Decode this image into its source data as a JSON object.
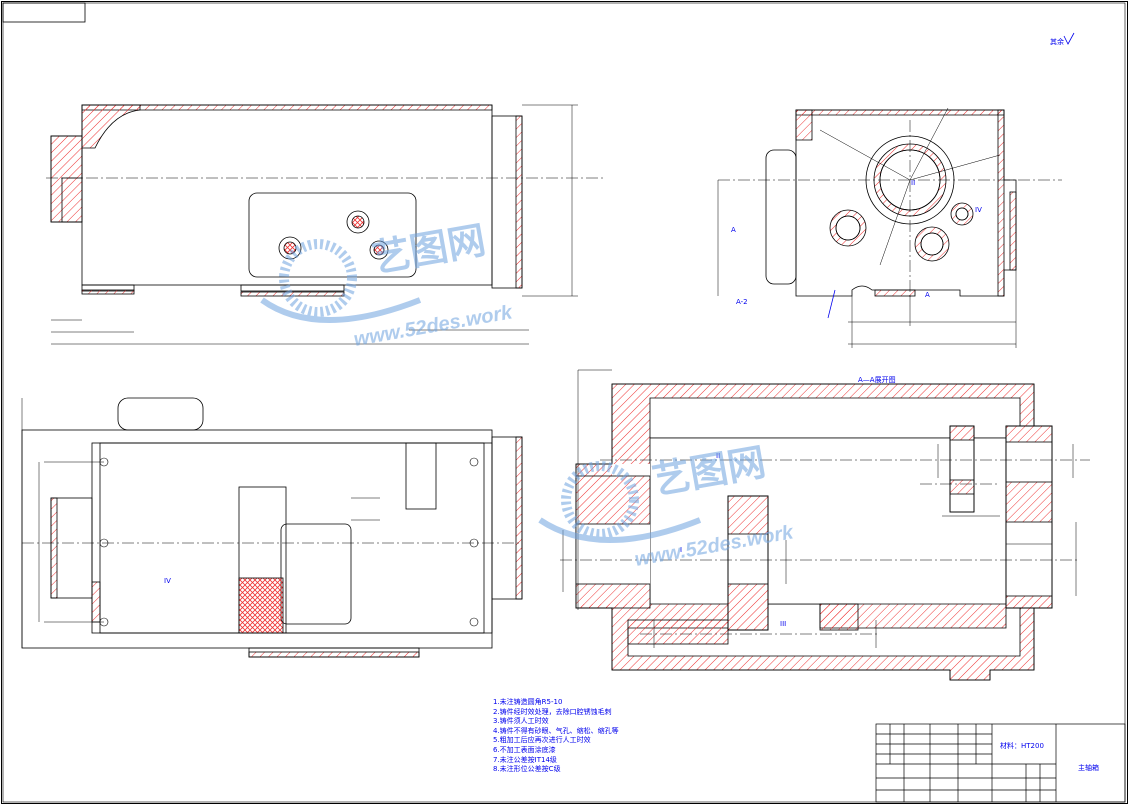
{
  "drawing": {
    "roughness_note": "其余",
    "section_title": "A—A展开图",
    "section_marks": {
      "a": "A",
      "a_rot": "A-2",
      "roman_1": "I",
      "roman_2": "II",
      "roman_3": "III",
      "roman_4": "IV"
    },
    "notes": [
      "1.未注铸造圆角R5-10",
      "2.铸件经时效处理，去除口腔锈蚀毛刺",
      "3.铸件须人工时效",
      "4.铸件不得有砂眼、气孔、缩松、缩孔等",
      "5.粗加工后应再次进行人工时效",
      "6.不加工表面涂底漆",
      "7.未注公差按IT14级",
      "8.未注形位公差按C级"
    ],
    "title_block": {
      "material": "材料：HT200",
      "part_name": "主轴箱"
    }
  },
  "watermark": {
    "brand": "艺图网",
    "site": "www.52des.work",
    "color": "#6fa3e0"
  }
}
